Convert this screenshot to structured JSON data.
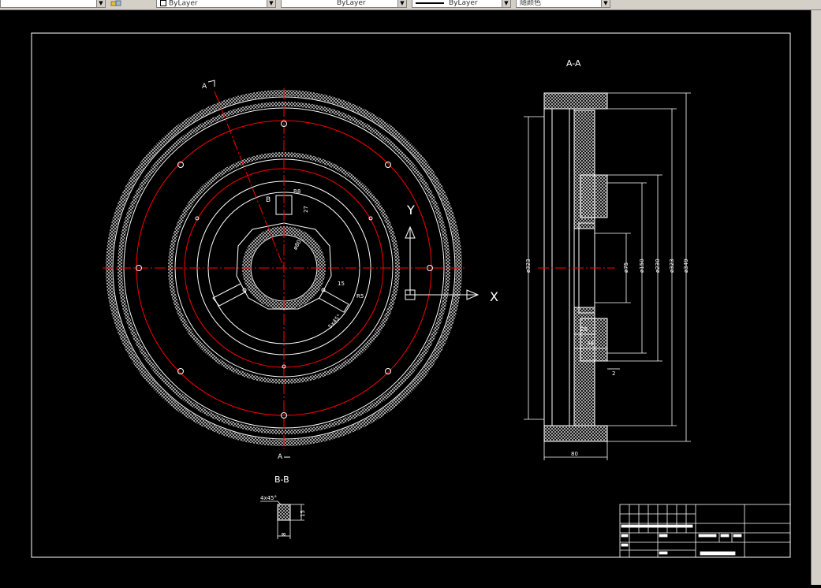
{
  "toolbar": {
    "color_control": "ByLayer",
    "linetype_control": "ByLayer",
    "lineweight_control": "ByLayer",
    "plotstyle_control": "随颜色",
    "layer_icon": "layer-states-icon",
    "dropdown_icon": "chevron-down-icon"
  },
  "drawing": {
    "section_aa_title": "A-A",
    "section_bb_title": "B-B",
    "marker_a_top": "A",
    "marker_a_bottom": "A",
    "marker_b": "B",
    "ucs_x": "X",
    "ucs_y": "Y",
    "dim_r": "R8",
    "dim_phi_inner": "ø80",
    "dim_27": "27",
    "dim_15": "15",
    "dim_5x4": "5x45°",
    "dim_r_b": "R5",
    "dim_phi_left": "ø323",
    "dim_phi_75": "ø75",
    "dim_phi_150": "ø150",
    "dim_phi_230": "ø230",
    "dim_phi_323": "ø323",
    "dim_phi_349": "ø349",
    "dim_26": "26",
    "dim_38": "38",
    "dim_2": "2",
    "dim_80": "80",
    "bb_chamfer": "4x45°",
    "bb_15": "15",
    "bb_8": "8"
  },
  "colors": {
    "background": "#000000",
    "line": "#ffffff",
    "center_line": "#ff0000",
    "toolbar_bg": "#d4d0c8"
  }
}
